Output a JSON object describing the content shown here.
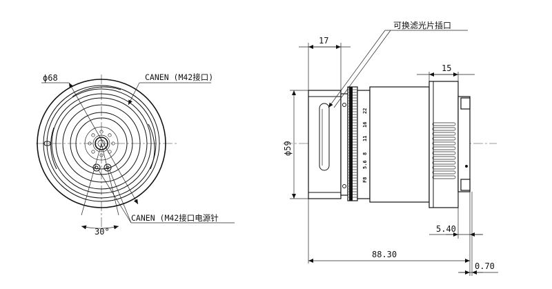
{
  "front_view": {
    "diameter_label": "ϕ68",
    "mount_callout": "CANEN (M42接口)",
    "pin_callout": "CANEN (M42接口电源针",
    "angle_label": "30°"
  },
  "side_view": {
    "filter_slot_callout": "可换滤光片插口",
    "dim_front": "17",
    "dim_rear": "15",
    "diameter_label": "ϕ59",
    "dim_flange": "5.40",
    "dim_total": "88.30",
    "dim_gap": "0.70",
    "aperture_scale": [
      "F8",
      "5.6",
      "8",
      "11",
      "16",
      "22"
    ]
  },
  "colors": {
    "line": "#111111",
    "background": "#ffffff"
  }
}
